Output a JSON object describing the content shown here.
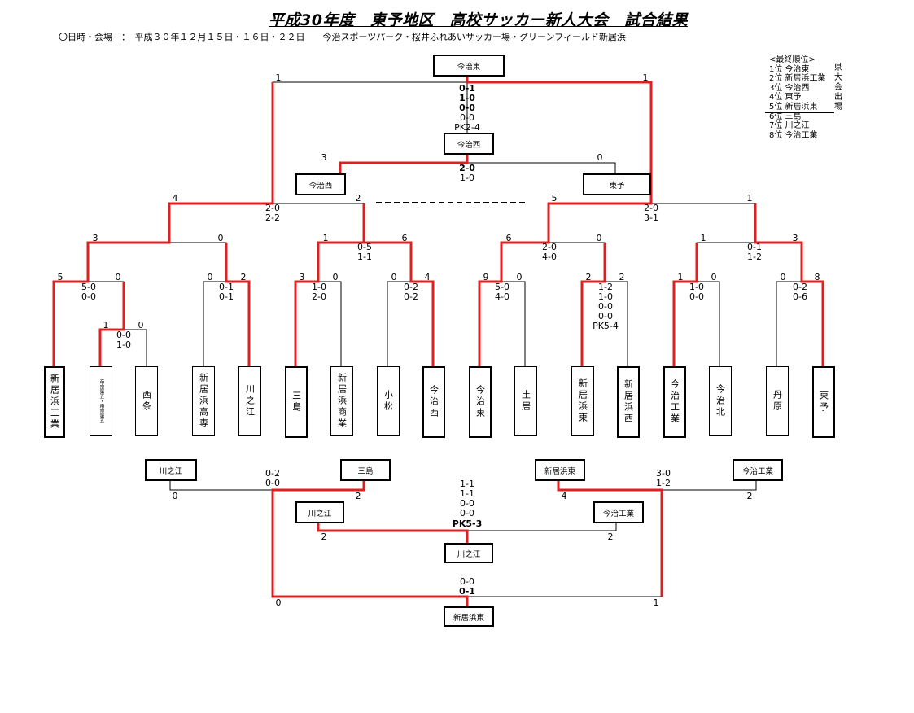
{
  "header": {
    "title": "平成30年度　東予地区　高校サッカー新人大会　試合結果",
    "venue": "〇日時・会場　：　平成３０年１２月１５日・１６日・２２日　　今治スポーツパーク・桜井ふれあいサッカー場・グリーンフィールド新居浜"
  },
  "standings": {
    "heading": "<最終順位>",
    "rows": [
      "1位 今治東",
      "2位 新居浜工業",
      "3位 今治西",
      "4位 東予",
      "5位 新居浜東",
      "6位 三島",
      "7位 川之江",
      "8位 今治工業"
    ],
    "side_note": "県大会出場"
  },
  "teams": [
    "新居浜工業",
    "帝京第五・帝京第五",
    "西条",
    "新居浜高専",
    "川之江",
    "三島",
    "新居浜商業",
    "小松",
    "今治西",
    "今治東",
    "土居",
    "新居浜東",
    "新居浜西",
    "今治工業",
    "今治北",
    "丹原",
    "東予"
  ],
  "boxes": {
    "final_winner": "今治東",
    "third_place_winner": "今治西",
    "semi_left": "今治西",
    "semi_right": "東予",
    "cons_a": "川之江",
    "cons_b": "三島",
    "cons_c": "新居浜東",
    "cons_d": "今治工業",
    "cons_e": "川之江",
    "cons_f": "今治工業",
    "cons_winner": "川之江",
    "fifth_winner": "新居浜東"
  },
  "labels": {
    "final_s1": "0-1",
    "final_s2": "1-0",
    "final_s3": "0-0",
    "final_s4": "0-0",
    "final_pk": "PK2-4",
    "final_l": "1",
    "final_r": "1",
    "third_s1": "2-0",
    "third_s2": "1-0",
    "third_l": "3",
    "third_r": "0",
    "sfL_s1": "2-0",
    "sfL_s2": "2-2",
    "sfL_l": "4",
    "sfL_r": "2",
    "sfR_s1": "2-0",
    "sfR_s2": "3-1",
    "sfR_l": "5",
    "sfR_r": "1",
    "qf1_l": "3",
    "qf1_r": "0",
    "qf2_l": "1",
    "qf2_r": "6",
    "qf2_s1": "0-5",
    "qf2_s2": "1-1",
    "qf3_l": "6",
    "qf3_r": "0",
    "qf3_s1": "2-0",
    "qf3_s2": "4-0",
    "qf4_l": "1",
    "qf4_r": "3",
    "qf4_s1": "0-1",
    "qf4_s2": "1-2",
    "r1a_l": "5",
    "r1a_r": "0",
    "r1a_s1": "5-0",
    "r1a_s2": "0-0",
    "r1b_l": "0",
    "r1b_r": "2",
    "r1b_s1": "0-1",
    "r1b_s2": "0-1",
    "r1c_l": "3",
    "r1c_r": "0",
    "r1c_s1": "1-0",
    "r1c_s2": "2-0",
    "r1d_l": "0",
    "r1d_r": "4",
    "r1d_s1": "0-2",
    "r1d_s2": "0-2",
    "r1e_l": "9",
    "r1e_r": "0",
    "r1e_s1": "5-0",
    "r1e_s2": "4-0",
    "r1f_l": "2",
    "r1f_r": "2",
    "r1f_s1": "1-2",
    "r1f_s2": "1-0",
    "r1f_s3": "0-0",
    "r1f_s4": "0-0",
    "r1f_pk": "PK5-4",
    "r1g_l": "1",
    "r1g_r": "0",
    "r1g_s1": "1-0",
    "r1g_s2": "0-0",
    "r1h_l": "0",
    "r1h_r": "8",
    "r1h_s1": "0-2",
    "r1h_s2": "0-6",
    "pre_l": "1",
    "pre_r": "0",
    "pre_s1": "0-0",
    "pre_s2": "1-0",
    "c1_l": "0",
    "c1_r": "2",
    "c1_s1": "0-2",
    "c1_s2": "0-0",
    "c2_l": "4",
    "c2_r": "2",
    "c2_s1": "3-0",
    "c2_s2": "1-2",
    "c3_s1": "1-1",
    "c3_s2": "1-1",
    "c3_s3": "0-0",
    "c3_s4": "0-0",
    "c3_pk": "PK5-3",
    "c3_l": "2",
    "c3_r": "2",
    "c5_s1": "0-0",
    "c5_s2": "0-1",
    "c5_l": "0",
    "c5_r": "1"
  },
  "colors": {
    "winner_path": "#e02020",
    "line": "#000000"
  }
}
